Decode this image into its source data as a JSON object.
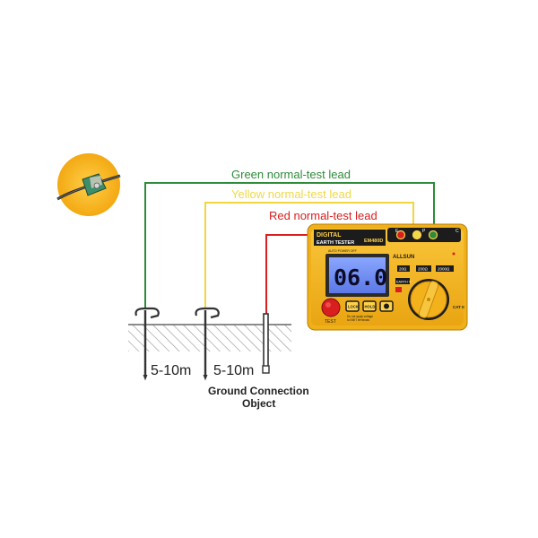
{
  "leads": {
    "green": "Green normal-test lead",
    "yellow": "Yellow normal-test lead",
    "red": "Red normal-test lead"
  },
  "distances": {
    "first": "5-10m",
    "second": "5-10m"
  },
  "ground_object": {
    "line1": "Ground Connection",
    "line2": "Object"
  },
  "device": {
    "title1": "DIGITAL",
    "title2": "EARTH TESTER",
    "model": "EM480D",
    "auto_power_off": "AUTO POWER OFF",
    "brand": "ALLSUN",
    "display_reading": "06.0",
    "range_20": "20Ω",
    "range_200": "200Ω",
    "range_2000": "2000Ω",
    "earth_voltage": "EARTH V",
    "test_button": "TEST",
    "lock_button": "LOCK",
    "hold_button": "HOLD",
    "category": "CAT II",
    "terminal_e": "E",
    "terminal_p": "P",
    "terminal_c": "C",
    "warning_line1": "Do not apply voltage",
    "warning_line2": "to EMIT terminals"
  },
  "colors": {
    "green_lead": "#2e8b3a",
    "yellow_lead": "#f2d640",
    "red_lead": "#d81e1e",
    "device_body": "#f4b41a",
    "lcd": "#6f8ff0"
  }
}
